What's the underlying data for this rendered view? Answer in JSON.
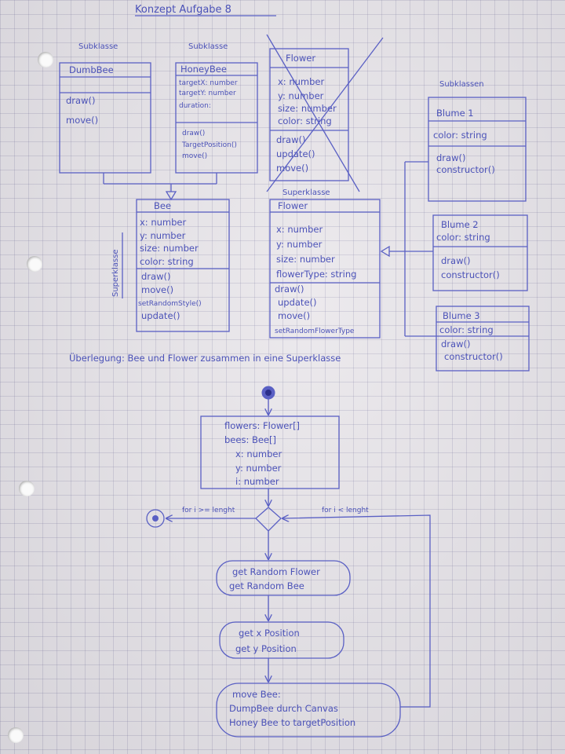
{
  "title": "Konzept Aufgabe 8",
  "classes": {
    "dumbbee": {
      "stereotype": "Subklasse",
      "name": "DumbBee",
      "attributes": [],
      "methods": [
        "draw()",
        "move()"
      ]
    },
    "honeybee": {
      "stereotype": "Subklasse",
      "name": "HoneyBee",
      "attributes": [
        "targetX: number",
        "targetY: number",
        "duration:"
      ],
      "methods": [
        "draw()",
        "TargetPosition()",
        "move()"
      ]
    },
    "flower_old": {
      "name": "Flower",
      "attributes": [
        "x: number",
        "y: number",
        "size: number",
        "color: string"
      ],
      "methods": [
        "draw()",
        "update()",
        "move()"
      ]
    },
    "bee": {
      "stereotype": "Superklasse",
      "name": "Bee",
      "attributes": [
        "x: number",
        "y: number",
        "size: number",
        "color: string"
      ],
      "methods": [
        "draw()",
        "move()",
        "setRandomStyle()",
        "update()"
      ]
    },
    "flower": {
      "stereotype": "Superklasse",
      "name": "Flower",
      "attributes": [
        "x: number",
        "y: number",
        "size: number",
        "flowerType: string"
      ],
      "methods": [
        "draw()",
        "update()",
        "move()",
        "setRandomFlowerType"
      ]
    },
    "subclasses_label": "Subklassen",
    "blume1": {
      "name": "Blume 1",
      "attributes": [
        "color: string"
      ],
      "methods": [
        "draw()",
        "constructor()"
      ]
    },
    "blume2": {
      "name": "Blume 2",
      "attributes": [
        "color: string"
      ],
      "methods": [
        "draw()",
        "constructor()"
      ]
    },
    "blume3": {
      "name": "Blume 3",
      "attributes": [
        "color: string"
      ],
      "methods": [
        "draw()",
        "constructor()"
      ]
    }
  },
  "note": "Überlegung: Bee und Flower zusammen in eine Superklasse",
  "activity": {
    "init_box": [
      "flowers: Flower[]",
      "bees: Bee[]",
      "x: number",
      "y: number",
      "i: number"
    ],
    "guard_left": "for i >= lenght",
    "guard_right": "for i < lenght",
    "steps": [
      [
        "get Random Flower",
        "get Random Bee"
      ],
      [
        "get x Position",
        "get y Position"
      ],
      [
        "move Bee:",
        "DumpBee durch Canvas",
        "Honey Bee to targetPosition"
      ]
    ]
  },
  "colors": {
    "ink": "#4b52b8",
    "paper": "#e9e6ea",
    "grid": "#9a9ac0"
  }
}
